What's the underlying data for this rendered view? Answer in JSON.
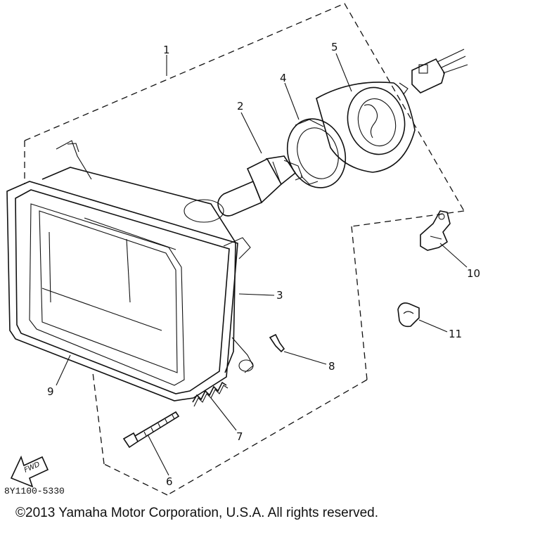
{
  "callouts": {
    "c1": "1",
    "c2": "2",
    "c3": "3",
    "c4": "4",
    "c5": "5",
    "c6": "6",
    "c7": "7",
    "c8": "8",
    "c9": "9",
    "c10": "10",
    "c11": "11"
  },
  "fwd_label": "FWD",
  "part_code": "8Y1100-5330",
  "copyright": "©2013 Yamaha Motor Corporation, U.S.A. All rights reserved."
}
